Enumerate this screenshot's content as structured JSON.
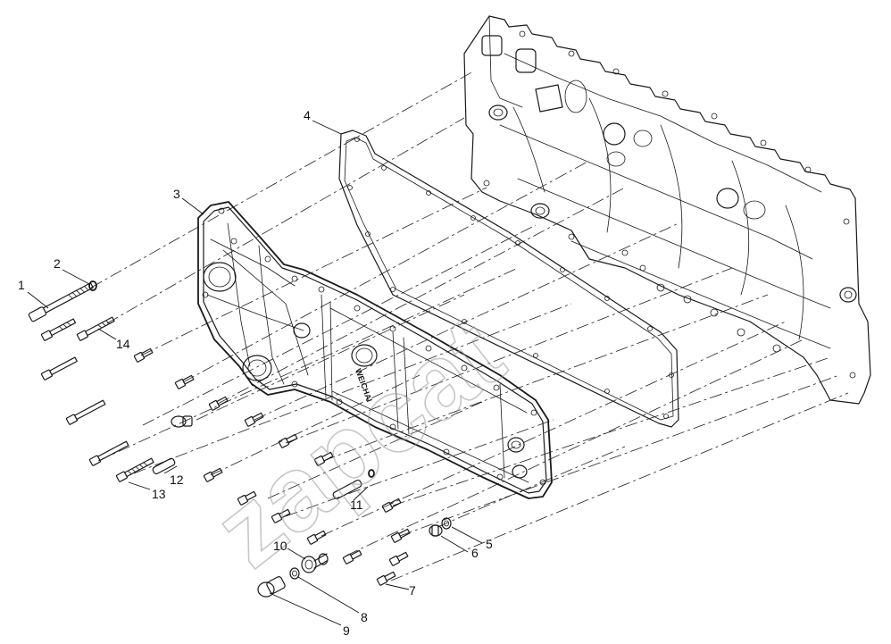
{
  "diagram": {
    "watermark": "zapcat",
    "logo_text": "WEICHAI",
    "callouts": [
      {
        "id": "1",
        "label": "1"
      },
      {
        "id": "2",
        "label": "2"
      },
      {
        "id": "3",
        "label": "3"
      },
      {
        "id": "4",
        "label": "4"
      },
      {
        "id": "5",
        "label": "5"
      },
      {
        "id": "6",
        "label": "6"
      },
      {
        "id": "7",
        "label": "7"
      },
      {
        "id": "8",
        "label": "8"
      },
      {
        "id": "9",
        "label": "9"
      },
      {
        "id": "10",
        "label": "10"
      },
      {
        "id": "11",
        "label": "11"
      },
      {
        "id": "12",
        "label": "12"
      },
      {
        "id": "13",
        "label": "13"
      },
      {
        "id": "14",
        "label": "14"
      }
    ]
  },
  "colors": {
    "line": "#1a1a1a",
    "watermark": "#9a9a9a",
    "background": "#ffffff"
  }
}
